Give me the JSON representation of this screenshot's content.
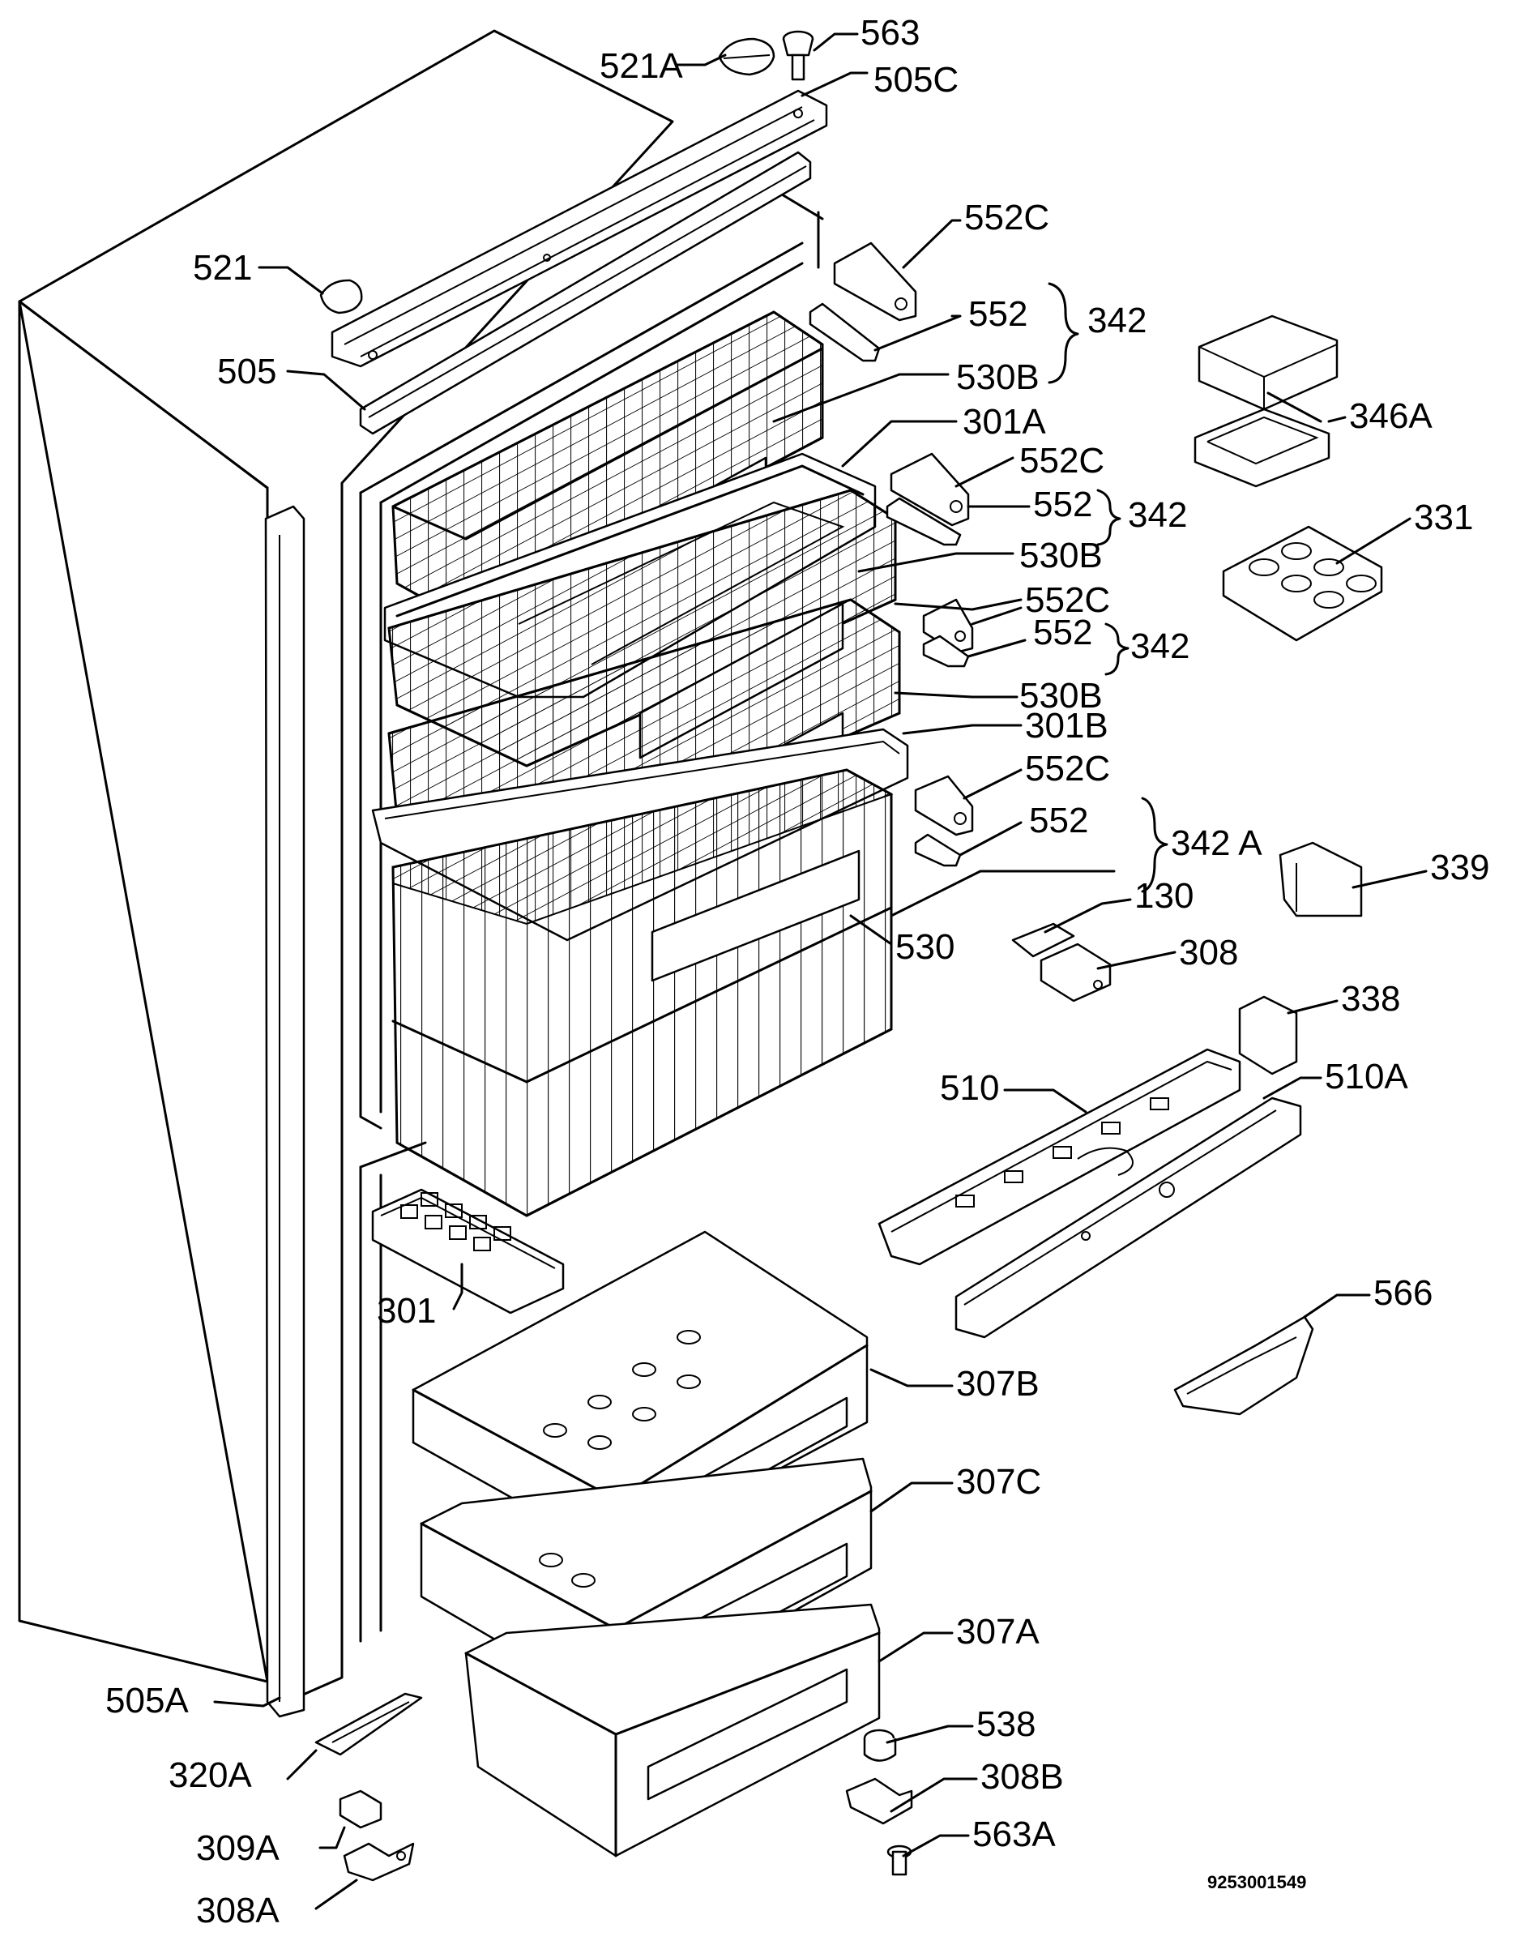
{
  "document_id": "9253001549",
  "labels": [
    {
      "id": "563",
      "text": "563"
    },
    {
      "id": "521A",
      "text": "521A"
    },
    {
      "id": "505C",
      "text": "505C"
    },
    {
      "id": "552C_1",
      "text": "552C"
    },
    {
      "id": "521",
      "text": "521"
    },
    {
      "id": "552_1",
      "text": "552"
    },
    {
      "id": "342_1",
      "text": "342"
    },
    {
      "id": "505",
      "text": "505"
    },
    {
      "id": "530B_1",
      "text": "530B"
    },
    {
      "id": "346A",
      "text": "346A"
    },
    {
      "id": "301A",
      "text": "301A"
    },
    {
      "id": "552C_2",
      "text": "552C"
    },
    {
      "id": "552_2",
      "text": "552"
    },
    {
      "id": "342_2",
      "text": "342"
    },
    {
      "id": "331",
      "text": "331"
    },
    {
      "id": "530B_2",
      "text": "530B"
    },
    {
      "id": "552C_3",
      "text": "552C"
    },
    {
      "id": "552_3",
      "text": "552"
    },
    {
      "id": "342_3",
      "text": "342"
    },
    {
      "id": "530B_3",
      "text": "530B"
    },
    {
      "id": "301B",
      "text": "301B"
    },
    {
      "id": "552C_4",
      "text": "552C"
    },
    {
      "id": "552_4",
      "text": "552"
    },
    {
      "id": "342A",
      "text": "342 A"
    },
    {
      "id": "339",
      "text": "339"
    },
    {
      "id": "130",
      "text": "130"
    },
    {
      "id": "530",
      "text": "530"
    },
    {
      "id": "308",
      "text": "308"
    },
    {
      "id": "338",
      "text": "338"
    },
    {
      "id": "510",
      "text": "510"
    },
    {
      "id": "510A",
      "text": "510A"
    },
    {
      "id": "566",
      "text": "566"
    },
    {
      "id": "301",
      "text": "301"
    },
    {
      "id": "307B",
      "text": "307B"
    },
    {
      "id": "307C",
      "text": "307C"
    },
    {
      "id": "307A",
      "text": "307A"
    },
    {
      "id": "505A",
      "text": "505A"
    },
    {
      "id": "538",
      "text": "538"
    },
    {
      "id": "320A",
      "text": "320A"
    },
    {
      "id": "308B",
      "text": "308B"
    },
    {
      "id": "563A",
      "text": "563A"
    },
    {
      "id": "309A",
      "text": "309A"
    },
    {
      "id": "308A",
      "text": "308A"
    }
  ]
}
